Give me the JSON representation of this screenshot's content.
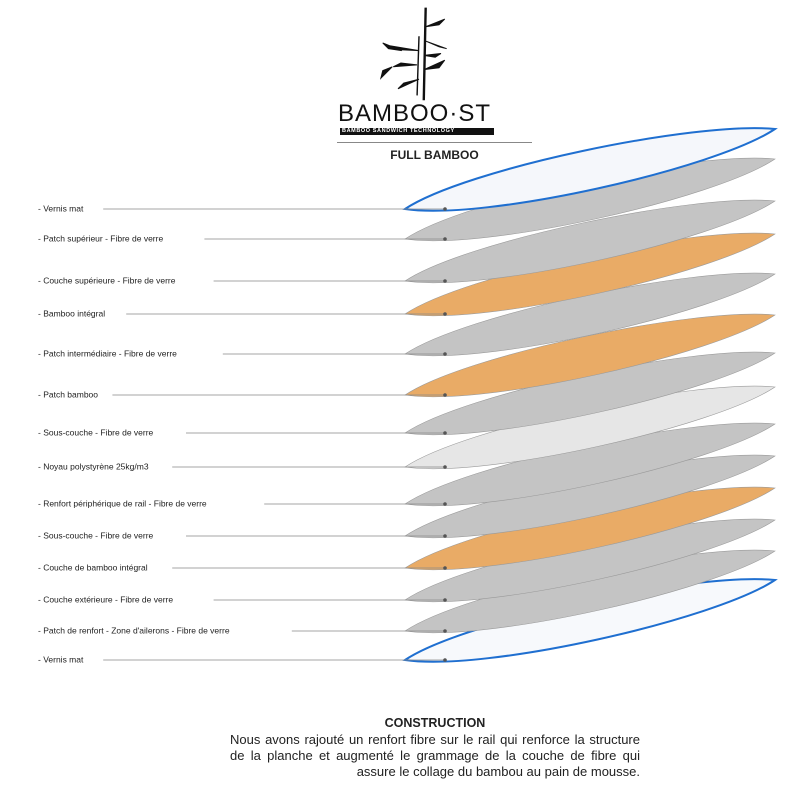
{
  "header": {
    "brand": "BAMBOO·ST",
    "brand_tagline": "BAMBOO SANDWICH TECHNOLOGY",
    "subtitle": "FULL BAMBOO"
  },
  "layers": [
    {
      "label": "- Vernis mat",
      "material": "deck"
    },
    {
      "label": "- Patch supérieur - Fibre de verre",
      "material": "glass"
    },
    {
      "label": "- Couche supérieure - Fibre de verre",
      "material": "glass"
    },
    {
      "label": "- Bamboo intégral",
      "material": "bamboo"
    },
    {
      "label": "- Patch intermédiaire - Fibre de verre",
      "material": "glass"
    },
    {
      "label": "- Patch bamboo",
      "material": "bamboo"
    },
    {
      "label": "- Sous-couche - Fibre de verre",
      "material": "glass"
    },
    {
      "label": "- Noyau polystyrène 25kg/m3",
      "material": "core"
    },
    {
      "label": "- Renfort périphérique de rail - Fibre de verre",
      "material": "glass"
    },
    {
      "label": "- Sous-couche - Fibre de verre",
      "material": "glass"
    },
    {
      "label": "- Couche de bamboo intégral",
      "material": "bamboo"
    },
    {
      "label": "- Couche extérieure - Fibre de verre",
      "material": "glass"
    },
    {
      "label": "- Patch de renfort - Zone d'ailerons - Fibre de verre",
      "material": "glass"
    },
    {
      "label": "- Vernis mat",
      "material": "bottom"
    }
  ],
  "construction": {
    "title": "CONSTRUCTION",
    "text": "Nous avons rajouté un renfort fibre sur le rail qui renforce la structure de la planche et augmenté le grammage de la couche de fibre qui assure le collage du bambou au pain de mousse."
  },
  "colors": {
    "glass": "#bdbdbd",
    "bamboo": "#e8a862",
    "deck": "#f4f6fa",
    "accent": "#1f6fd0"
  }
}
